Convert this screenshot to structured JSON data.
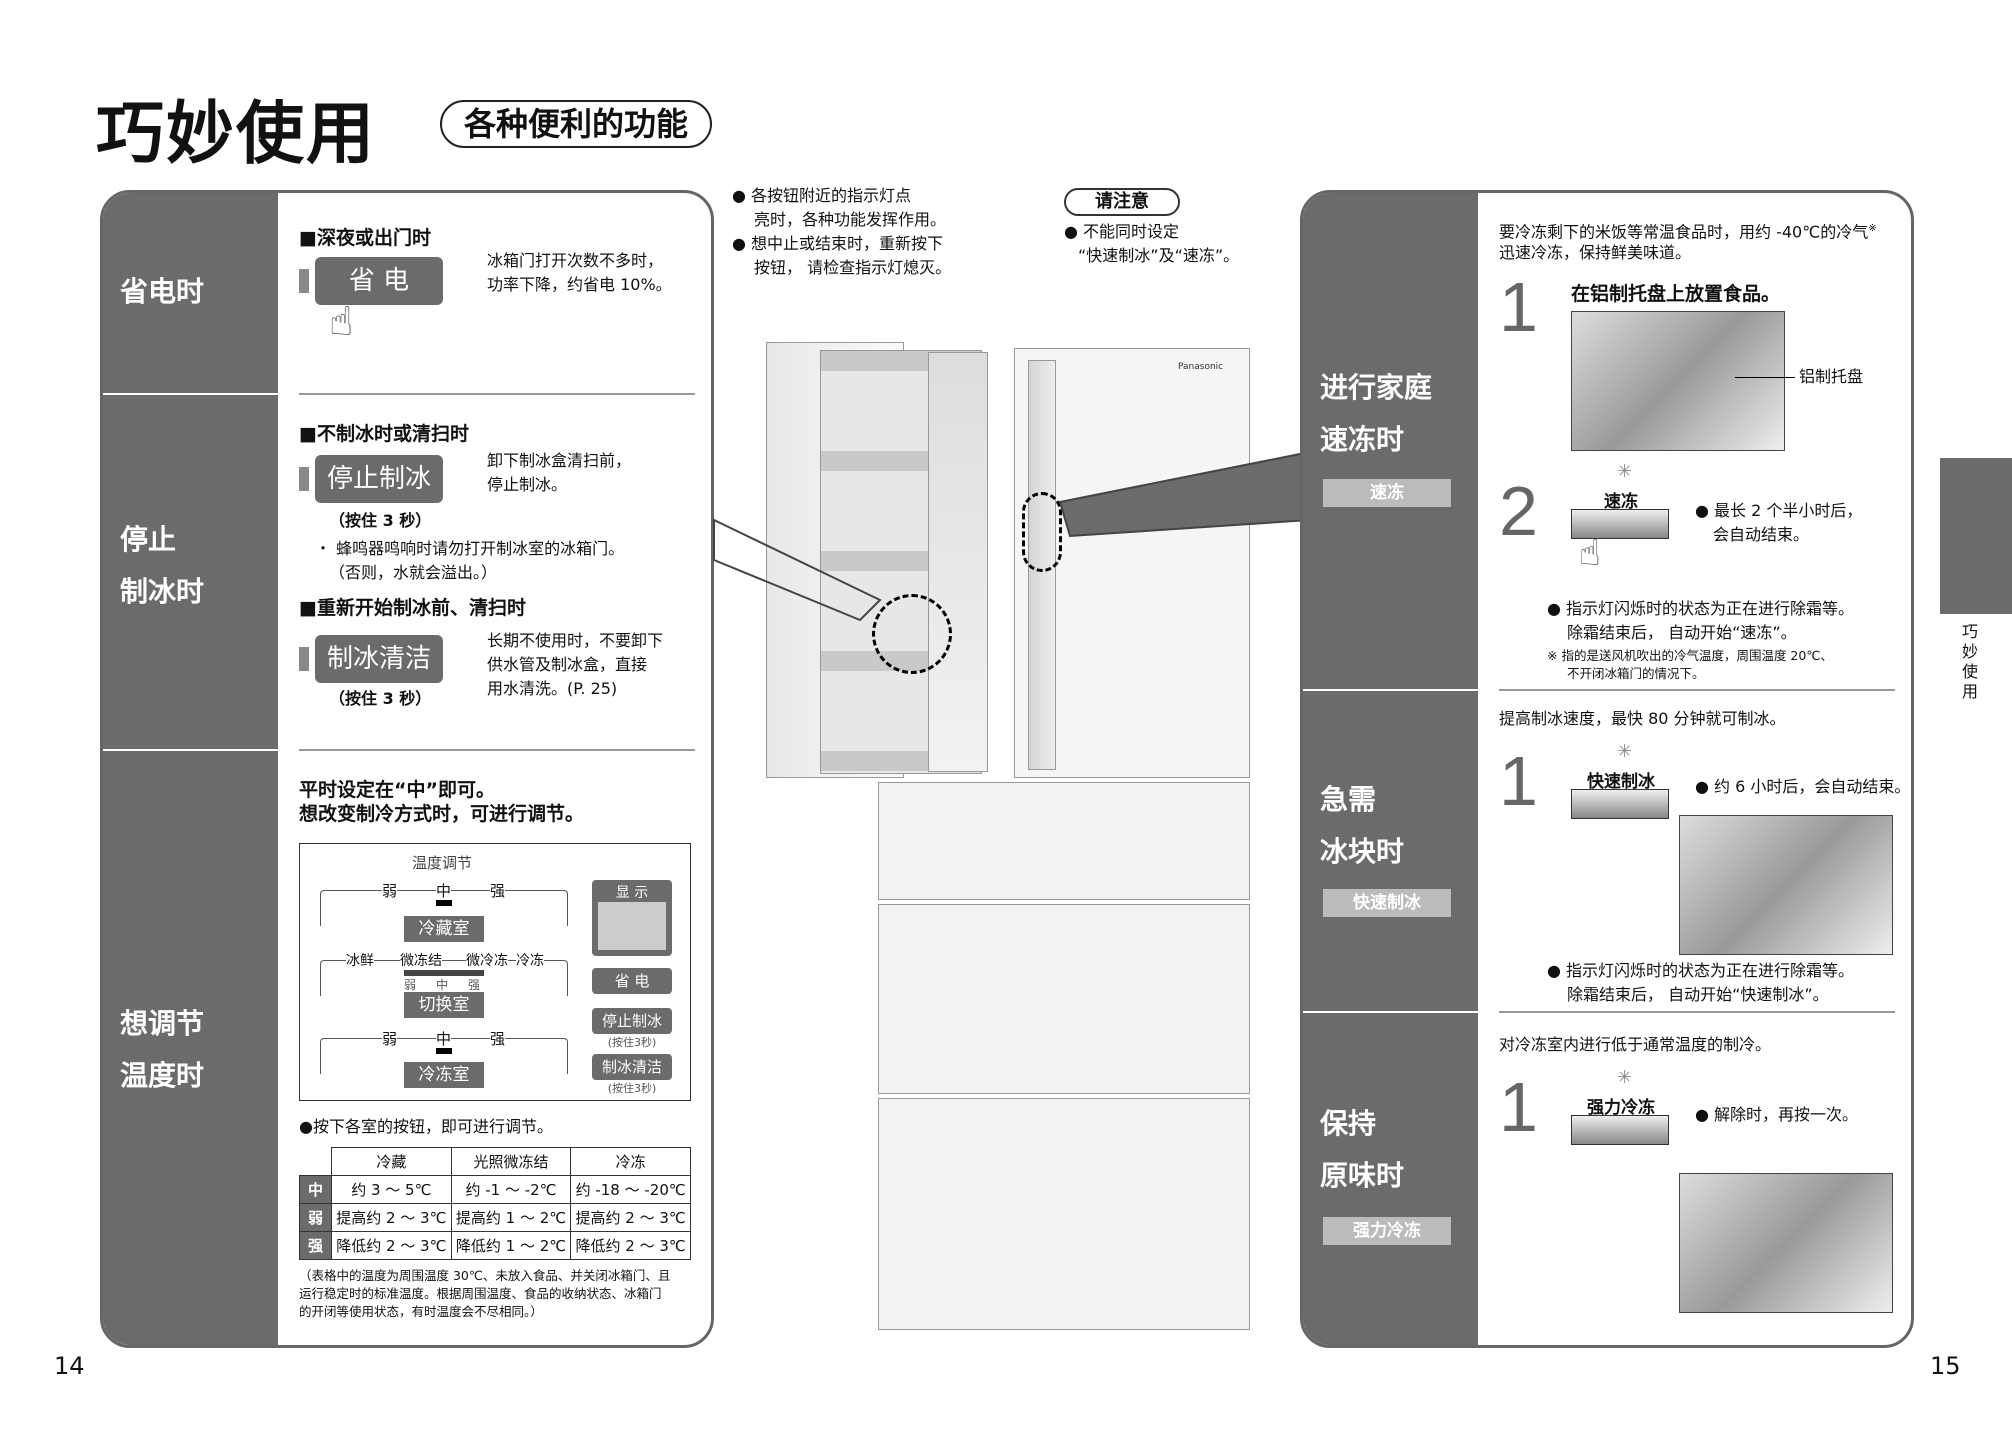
{
  "header": {
    "title": "巧妙使用",
    "subtitle": "各种便利的功能"
  },
  "left": {
    "sec1": {
      "label": "省电时",
      "heading": "■深夜或出门时",
      "btn": "省 电",
      "desc1": "冰箱门打开次数不多时，",
      "desc2": "功率下降，约省电 10%。"
    },
    "sec2": {
      "label1": "停止",
      "label2": "制冰时",
      "heading1": "■不制冰时或清扫时",
      "btn1": "停止制冰",
      "desc1a": "卸下制冰盒清扫前，",
      "desc1b": "停止制冰。",
      "hold1": "（按住 3 秒）",
      "note1": "・ 蜂鸣器鸣响时请勿打开制冰室的冰箱门。",
      "note2": "（否则，水就会溢出。）",
      "heading2": "■重新开始制冰前、清扫时",
      "btn2": "制冰清洁",
      "desc2a": "长期不使用时，不要卸下",
      "desc2b": "供水管及制冰盒，直接",
      "desc2c": "用水清洗。(P. 25)",
      "hold2": "（按住 3 秒）"
    },
    "sec3": {
      "label1": "想调节",
      "label2": "温度时",
      "intro1": "平时设定在“中”即可。",
      "intro2": "想改变制冷方式时，可进行调节。",
      "panel": {
        "title": "温度调节",
        "weak": "弱",
        "mid": "中",
        "strong": "强",
        "fridge": "冷藏室",
        "s1": "冰鲜",
        "s2": "微冻结",
        "s3": "微冷冻",
        "s4": "冷冻",
        "switch": "切换室",
        "freezer": "冷冻室",
        "display": "显 示",
        "b1": "省 电",
        "b2": "停止制冰",
        "b2h": "(按住3秒)",
        "b3": "制冰清洁",
        "b3h": "(按住3秒)"
      },
      "bullet": "●按下各室的按钮，即可进行调节。",
      "table": {
        "headers": [
          "",
          "冷藏",
          "光照微冻结",
          "冷冻"
        ],
        "rows": [
          [
            "中",
            "约 3 ～ 5℃",
            "约 -1 ～ -2℃",
            "约 -18 ～ -20℃"
          ],
          [
            "弱",
            "提高约 2 ～ 3℃",
            "提高约 1 ～ 2℃",
            "提高约 2 ～ 3℃"
          ],
          [
            "强",
            "降低约 2 ～ 3℃",
            "降低约 1 ～ 2℃",
            "降低约 2 ～ 3℃"
          ]
        ]
      },
      "footnote1": "（表格中的温度为周围温度 30℃、未放入食品、并关闭冰箱门、且",
      "footnote2": "运行稳定时的标准温度。根据周围温度、食品的收纳状态、冰箱门",
      "footnote3": "的开闭等使用状态，有时温度会不尽相同。）"
    }
  },
  "center": {
    "b1a": "● 各按钮附近的指示灯点",
    "b1b": "亮时，各种功能发挥作用。",
    "b2a": "● 想中止或结束时，重新按下",
    "b2b": "按钮，  请检查指示灯熄灭。",
    "notice": "请注意",
    "n1": "● 不能同时设定",
    "n2": "“快速制冰”及“速冻”。",
    "brand": "Panasonic"
  },
  "right": {
    "sec1": {
      "label1": "进行家庭",
      "label2": "速冻时",
      "tag": "速冻",
      "intro1": "要冷冻剩下的米饭等常温食品时，用约 -40℃的冷气",
      "mark": "※",
      "intro2": "迅速冷冻，保持鲜美味道。",
      "n1": "1",
      "step1": "在铝制托盘上放置食品。",
      "tray": "铝制托盘",
      "n2": "2",
      "key": "速冻",
      "s2b": "● 最长 2 个半小时后，",
      "s2c": "会自动结束。",
      "b1": "● 指示灯闪烁时的状态为正在进行除霜等。",
      "b2": "除霜结束后， 自动开始“速冻”。",
      "f1": "※  指的是送风机吹出的冷气温度，周围温度 20℃、",
      "f2": "不开闭冰箱门的情况下。"
    },
    "sec2": {
      "label1": "急需",
      "label2": "冰块时",
      "tag": "快速制冰",
      "intro": "提高制冰速度，最快 80 分钟就可制冰。",
      "n1": "1",
      "key": "快速制冰",
      "s1": "● 约 6 小时后，会自动结束。",
      "b1": "● 指示灯闪烁时的状态为正在进行除霜等。",
      "b2": "除霜结束后， 自动开始“快速制冰”。"
    },
    "sec3": {
      "label1": "保持",
      "label2": "原味时",
      "tag": "强力冷冻",
      "intro": "对冷冻室内进行低于通常温度的制冷。",
      "n1": "1",
      "key": "强力冷冻",
      "s1": "● 解除时，再按一次。"
    }
  },
  "pages": {
    "left": "14",
    "right": "15"
  },
  "sidetab": {
    "c1": "巧",
    "c2": "妙",
    "c3": "使",
    "c4": "用"
  }
}
